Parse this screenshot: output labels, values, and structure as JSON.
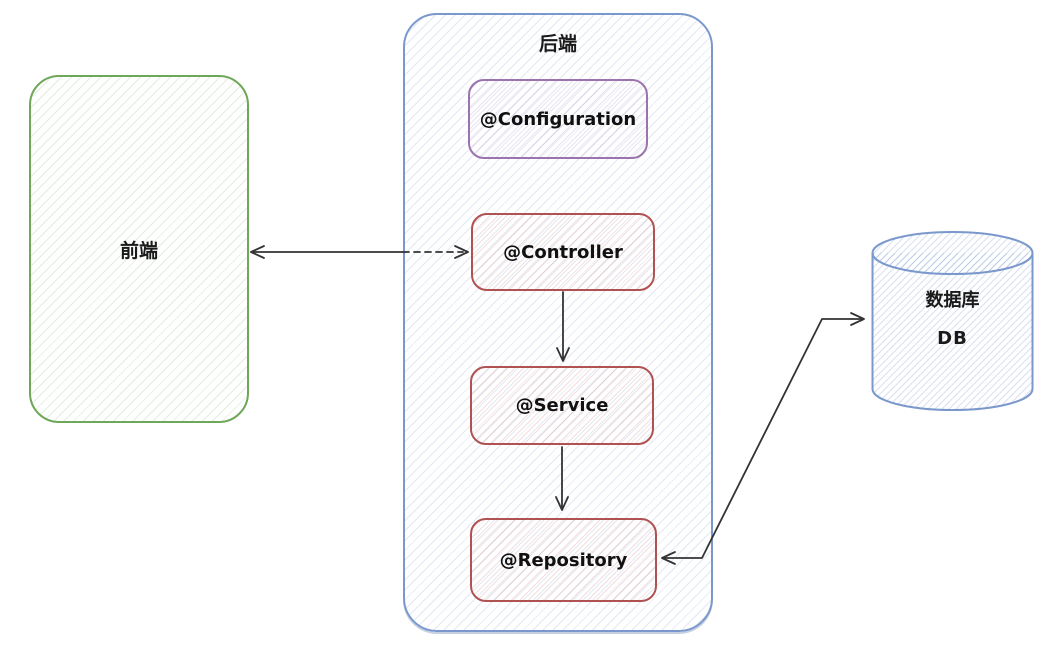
{
  "frontend": {
    "label": "前端"
  },
  "backend": {
    "title": "后端",
    "components": [
      {
        "id": "configuration",
        "label": "@Configuration",
        "accent": "#9b74ad"
      },
      {
        "id": "controller",
        "label": "@Controller",
        "accent": "#b05252"
      },
      {
        "id": "service",
        "label": "@Service",
        "accent": "#b05252"
      },
      {
        "id": "repository",
        "label": "@Repository",
        "accent": "#b05252"
      }
    ]
  },
  "database": {
    "name": "数据库",
    "abbr": "DB"
  },
  "connections": [
    {
      "from": "前端",
      "to": "@Controller",
      "bidirectional": true,
      "line": "solid-then-dashed"
    },
    {
      "from": "@Controller",
      "to": "@Service",
      "bidirectional": false,
      "line": "solid"
    },
    {
      "from": "@Service",
      "to": "@Repository",
      "bidirectional": false,
      "line": "solid"
    },
    {
      "from": "@Repository",
      "to": "数据库",
      "bidirectional": true,
      "line": "solid-elbow"
    }
  ],
  "colors": {
    "frontend_border": "#6fa758",
    "backend_border": "#7b98cc",
    "configuration_border": "#9b74ad",
    "component_border": "#b05252",
    "database_border": "#7b98cc",
    "arrow": "#333333"
  }
}
